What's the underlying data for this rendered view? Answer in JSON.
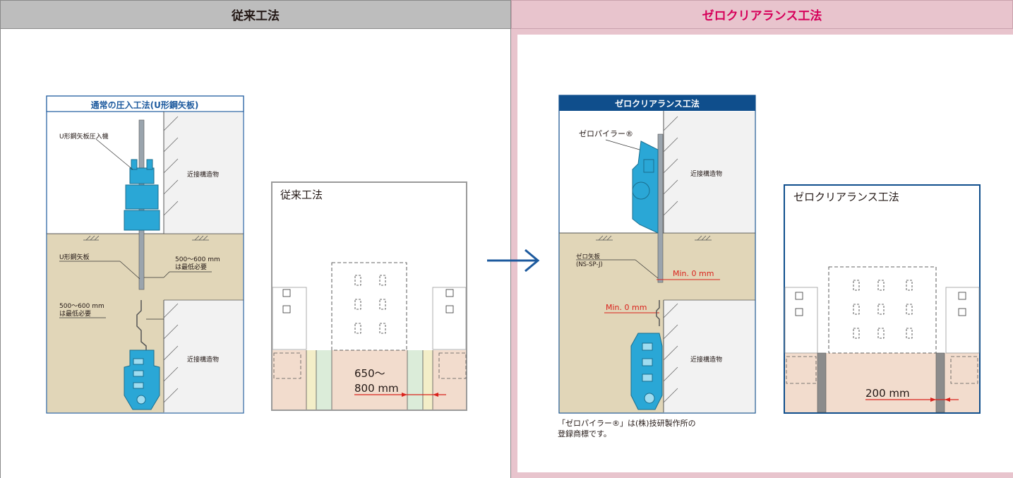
{
  "headers": {
    "left": "従来工法",
    "right": "ゼロクリアランス工法"
  },
  "left_figure": {
    "title": "通常の圧入工法(U形鋼矢板)",
    "machine_label": "U形鋼矢板圧入機",
    "structure_label": "近接構造物",
    "pile_label": "U形鋼矢板",
    "gap_label_top": "500～600 mm\nは最低必要",
    "gap_label_bottom": "500～600 mm\nは最低必要",
    "structure_label_bottom": "近接構造物"
  },
  "left_section": {
    "title": "従来工法",
    "dimension_line1": "650～",
    "dimension_line2": "800 mm"
  },
  "right_figure": {
    "title": "ゼロクリアランス工法",
    "machine_label": "ゼロパイラー®",
    "structure_label": "近接構造物",
    "pile_label": "ゼロ矢板\n(NS-SP-J)",
    "min_label_top": "Min. 0 mm",
    "min_label_bottom": "Min. 0 mm",
    "structure_label_bottom": "近接構造物"
  },
  "right_section": {
    "title": "ゼロクリアランス工法",
    "dimension": "200 mm"
  },
  "note": {
    "line1": "「ゼロパイラー®」は(株)技研製作所の",
    "line2": "登録商標です。"
  },
  "colors": {
    "accent_blue": "#1d5a9e",
    "dark_blue": "#0f4e8c",
    "machine_blue": "#2aa7d6",
    "soil": "#e1d6b8",
    "pink": "#e8c4cd",
    "red": "#d9221c",
    "magenta": "#d6005a"
  }
}
